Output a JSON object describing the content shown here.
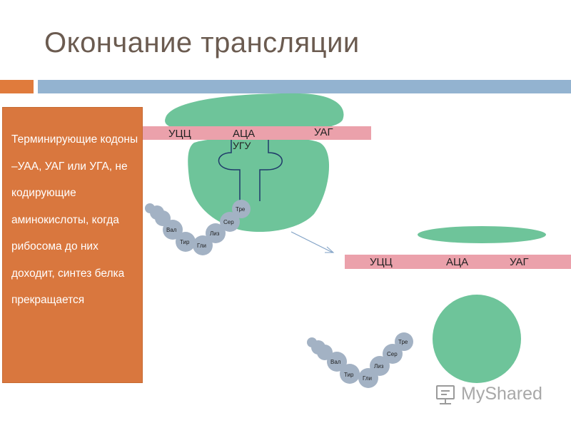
{
  "title": "Окончание трансляции",
  "side_text": "Терминирующие кодоны –УАА, УАГ или УГА, не кодирующие аминокислоты, когда рибосома до них доходит, синтез белка прекращается",
  "top_mrna": {
    "codon1": "УЦЦ",
    "codon2": "АЦА",
    "codon3": "УАГ"
  },
  "trna_anticodon": "УГУ",
  "chain1_labels": {
    "tre": "Тре",
    "ser": "Сер",
    "liz": "Лиз",
    "gli": "Гли",
    "tir": "Тир",
    "val": "Вал"
  },
  "bottom_mrna": {
    "codon1": "УЦЦ",
    "codon2": "АЦА",
    "codon3": "УАГ"
  },
  "chain2_labels": {
    "tre": "Тре",
    "ser": "Сер",
    "liz": "Лиз",
    "gli": "Гли",
    "tir": "Тир",
    "val": "Вал"
  },
  "watermark": "MyShared",
  "colors": {
    "title": "#6b5b50",
    "orange": "#e07b3c",
    "blue": "#93b3d0",
    "ribosome": "#6ec49a",
    "mrna": "#eba1ab",
    "bead": "#a3b2c4"
  }
}
